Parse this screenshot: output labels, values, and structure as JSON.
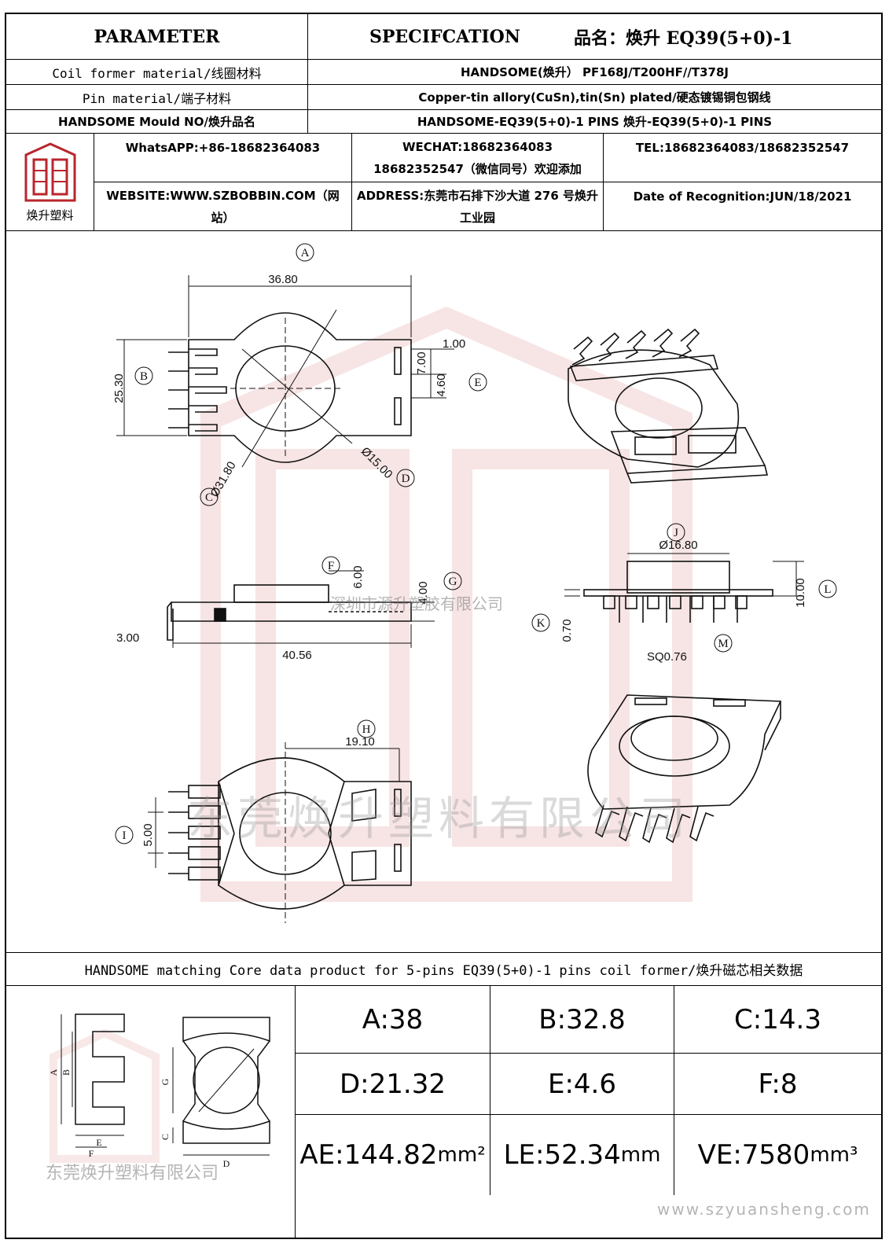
{
  "header": {
    "parameter": "PARAMETER",
    "specification": "SPECIFCATION",
    "product_name": "品名：焕升 EQ39(5+0)-1"
  },
  "params": [
    {
      "label": "Coil former material/线圈材料",
      "value": "HANDSOME(焕升）   PF168J/T200HF//T378J"
    },
    {
      "label": "Pin material/端子材料",
      "value": "Copper-tin allory(CuSn),tin(Sn) plated/硬态镀锡铜包钢线"
    },
    {
      "label": "HANDSOME Mould NO/焕升品名",
      "value": "HANDSOME-EQ39(5+0)-1 PINS    焕升-EQ39(5+0)-1 PINS"
    }
  ],
  "company": {
    "logo_text": "焕升塑料",
    "logo_icon": "handsome-logo-icon",
    "whatsapp": "WhatsAPP:+86-18682364083",
    "wechat_line1": "WECHAT:18682364083",
    "wechat_line2": "18682352547（微信同号）欢迎添加",
    "tel": "TEL:18682364083/18682352547",
    "website": "WEBSITE:WWW.SZBOBBIN.COM（网站）",
    "address": "ADDRESS:东莞市石排下沙大道 276 号焕升工业园",
    "date": "Date of Recognition:JUN/18/2021"
  },
  "drawing": {
    "watermark_company": "东莞焕升塑料有限公司",
    "watermark_small": "深圳市源升塑胶有限公司",
    "watermark_url": "www.szyuansheng.com",
    "dims": {
      "A_val": "36.80",
      "B_val": "25.30",
      "C_val": "Ø31.80",
      "D_val": "Ø15.00",
      "E1": "1.00",
      "E2": "7.00",
      "E3": "4.60",
      "F_val": "6.00",
      "G_val": "4.00",
      "side_pin": "3.00",
      "side_len": "40.56",
      "J_val": "Ø16.80",
      "K_val": "0.70",
      "L_val": "10.00",
      "M_val": "SQ0.76",
      "H_val": "19.10",
      "I_val": "5.00"
    },
    "labels": {
      "A": "A",
      "B": "B",
      "C": "C",
      "D": "D",
      "E": "E",
      "F": "F",
      "G": "G",
      "H": "H",
      "I": "I",
      "J": "J",
      "K": "K",
      "L": "L",
      "M": "M"
    }
  },
  "core": {
    "title": "HANDSOME matching Core data  product for 5-pins EQ39(5+0)-1 pins coil former/焕升磁芯相关数据",
    "watermark": "东莞焕升塑料有限公司",
    "fig_labels": {
      "A": "A",
      "B": "B",
      "C": "C",
      "D": "D",
      "E": "E",
      "F": "F",
      "G": "G"
    },
    "values": [
      {
        "label": "A:38"
      },
      {
        "label": "B:32.8"
      },
      {
        "label": "C:14.3"
      },
      {
        "label": "D:21.32"
      },
      {
        "label": "E:4.6"
      },
      {
        "label": "F:8"
      }
    ],
    "ae": {
      "label": "AE:144.82",
      "unit": "mm²"
    },
    "le": {
      "label": "LE:52.34",
      "unit": "mm"
    },
    "ve": {
      "label": "VE:7580",
      "unit": "mm³"
    }
  }
}
